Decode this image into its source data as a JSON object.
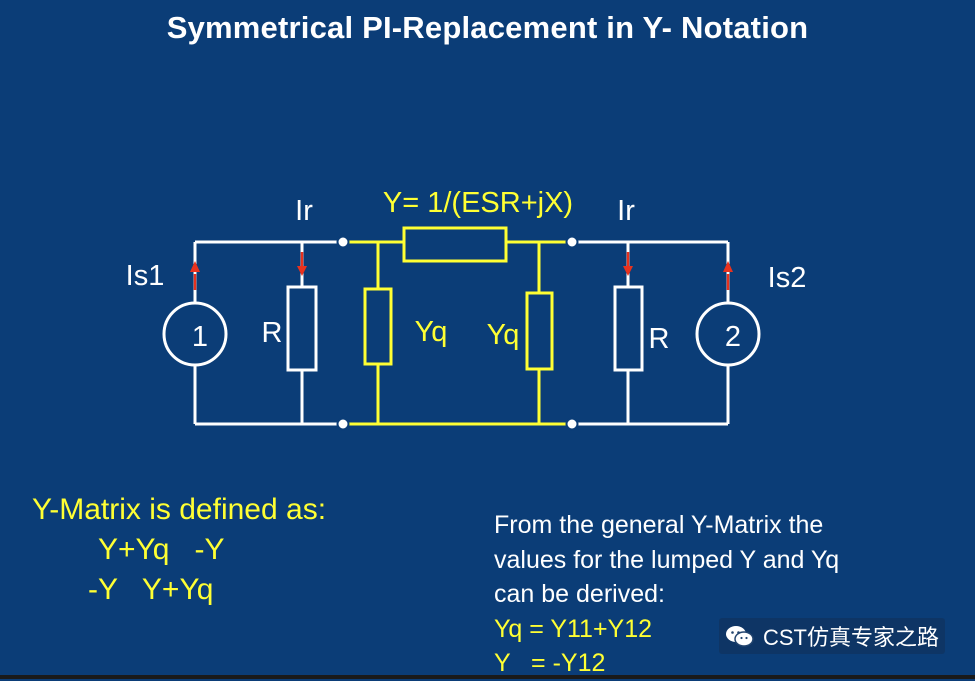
{
  "title": "Symmetrical PI-Replacement in Y- Notation",
  "circuit": {
    "series_label": "Y= 1/(ESR+jX)",
    "ir_left": "Ir",
    "ir_right": "Ir",
    "is1": "Is1",
    "is2": "Is2",
    "source1": "1",
    "source2": "2",
    "r_left": "R",
    "r_right": "R",
    "yq_left": "Yq",
    "yq_right": "Yq"
  },
  "ymatrix": {
    "heading": "Y-Matrix is defined as:",
    "row1": "Y+Yq   -Y",
    "row2": "-Y   Y+Yq"
  },
  "derive": {
    "line1": "From the general Y-Matrix the",
    "line2": "values for the lumped Y and Yq",
    "line3": "can be derived:",
    "eq1": "Yq = Y11+Y12",
    "eq2": "Y   = -Y12"
  },
  "watermark": {
    "text": "CST仿真专家之路"
  },
  "colors": {
    "background": "#0b3d77",
    "wire": "#ffffff",
    "highlight": "#ffff33",
    "arrow": "#e8321e"
  }
}
